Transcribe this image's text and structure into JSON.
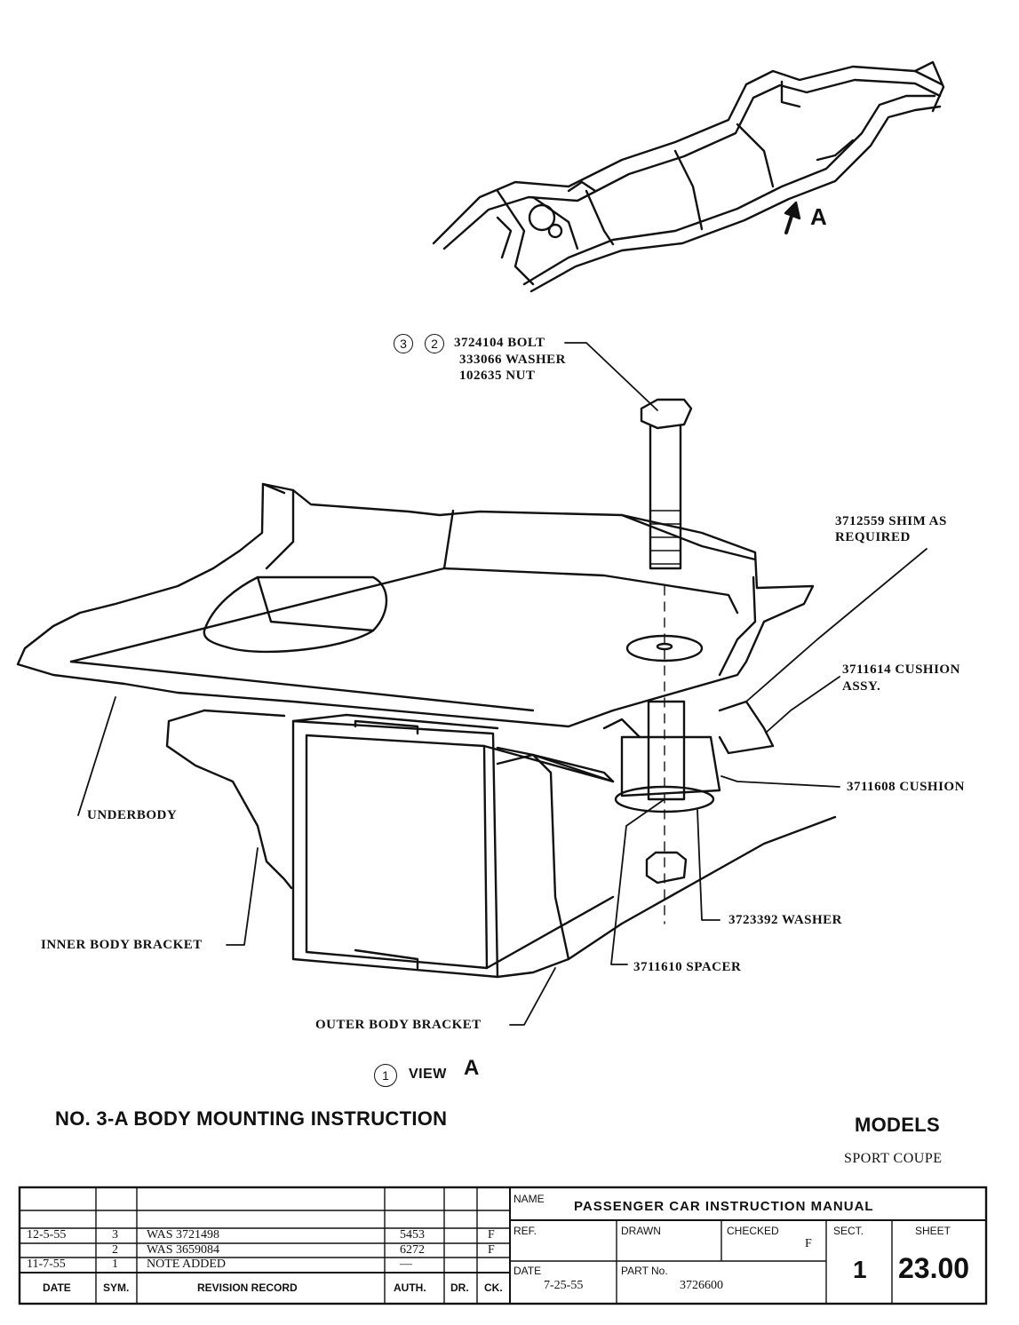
{
  "callouts": {
    "bolt_group": [
      "3",
      "2"
    ],
    "view": "1"
  },
  "frame_arrow_label": "A",
  "labels": {
    "bolt": "3724104 BOLT",
    "washer_top": "333066 WASHER",
    "nut": "102635 NUT",
    "shim_line1": "3712559 SHIM AS",
    "shim_line2": "REQUIRED",
    "cushion_assy_line1": "3711614 CUSHION",
    "cushion_assy_line2": "ASSY.",
    "cushion": "3711608 CUSHION",
    "underbody": "UNDERBODY",
    "washer_bottom": "3723392 WASHER",
    "inner_bracket": "INNER BODY BRACKET",
    "spacer": "3711610 SPACER",
    "outer_bracket": "OUTER BODY BRACKET"
  },
  "view_label": {
    "word": "VIEW",
    "letter": "A"
  },
  "title": "NO. 3-A  BODY MOUNTING  INSTRUCTION",
  "models": {
    "heading": "MODELS",
    "value": "SPORT COUPE"
  },
  "title_block": {
    "revisions": [
      {
        "date": "12-5-55",
        "sym": "3",
        "record": "WAS 3721498",
        "auth": "5453",
        "dr": "",
        "ck": "F"
      },
      {
        "date": "",
        "sym": "2",
        "record": "WAS 3659084",
        "auth": "6272",
        "dr": "",
        "ck": "F"
      },
      {
        "date": "11-7-55",
        "sym": "1",
        "record": "NOTE ADDED",
        "auth": "—",
        "dr": "",
        "ck": ""
      }
    ],
    "headers": {
      "date": "DATE",
      "sym": "SYM.",
      "record": "REVISION RECORD",
      "auth": "AUTH.",
      "dr": "DR.",
      "ck": "CK."
    },
    "name_label": "NAME",
    "name_value": "PASSENGER CAR INSTRUCTION MANUAL",
    "ref_label": "REF.",
    "drawn_label": "DRAWN",
    "checked_label": "CHECKED",
    "checked_value": "F",
    "sect_label": "SECT.",
    "sect_value": "1",
    "sheet_label": "SHEET",
    "sheet_value": "23.00",
    "date_label": "DATE",
    "date_value": "7-25-55",
    "part_label": "PART No.",
    "part_value": "3726600"
  }
}
